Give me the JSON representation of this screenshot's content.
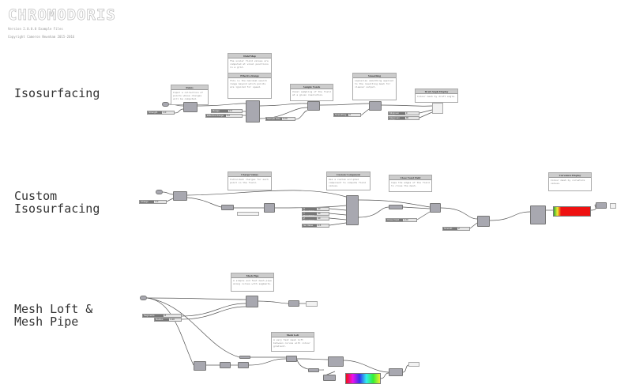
{
  "header": {
    "logo": "CHROMODORIS",
    "version": "Version 2.0.0.0 Example Files",
    "copyright": "Copyright Cameron Newnham 2015-2016"
  },
  "sections": [
    {
      "title": "Isosurfacing"
    },
    {
      "title": "Custom\nIsosurfacing"
    },
    {
      "title": "Mesh Loft &\nMesh Pipe"
    }
  ],
  "notes": [
    {
      "title": "Points",
      "body": "Input a collection of points whose charges will be computed."
    },
    {
      "title": "Field Map",
      "body": "The scalar field values are computed at voxel positions in a grid."
    },
    {
      "title": "Effective Range",
      "body": "This is the maximum search range beyond which points are ignored for speed."
    },
    {
      "title": "Sample Voxels",
      "body": "Voxel sampling of the field at a given resolution."
    },
    {
      "title": "Smoothing",
      "body": "Laplacian smoothing applied to the resulting mesh for cleaner output."
    },
    {
      "title": "Draft Angle Display",
      "body": "Colour mesh by draft angle."
    },
    {
      "title": "Charge Values",
      "body": "Individual charges for each point in the field."
    },
    {
      "title": "Custom Component",
      "body": "Use a custom scripted component to compute field values."
    },
    {
      "title": "Close Voxel Field",
      "body": "Caps the edges of the field to close the mesh."
    },
    {
      "title": "Curvature Display",
      "body": "Colour mesh by curvature values."
    },
    {
      "title": "Mesh Pipe",
      "body": "A simple and fast mesh pipe along curves with segments."
    },
    {
      "title": "Mesh Loft",
      "body": "A very fast mesh loft between curves with colour gradient."
    }
  ],
  "sliders": [
    {
      "name": "Strength",
      "value": "1.0"
    },
    {
      "name": "Range",
      "value": "2.0"
    },
    {
      "name": "Effective Range",
      "value": "5.0"
    },
    {
      "name": "Sample Size",
      "value": "0.20"
    },
    {
      "name": "Smoothing",
      "value": "3"
    },
    {
      "name": "Minimum Angle",
      "value": "0"
    },
    {
      "name": "Maximum Angle",
      "value": "90"
    },
    {
      "name": "Charge",
      "value": "1.0"
    },
    {
      "name": "X Resolution",
      "value": "40"
    },
    {
      "name": "Y Resolution",
      "value": "40"
    },
    {
      "name": "Z Resolution",
      "value": "40"
    },
    {
      "name": "Iso Value",
      "value": "0.5"
    },
    {
      "name": "Close Field",
      "value": "0.20"
    },
    {
      "name": "Smooth",
      "value": "2"
    },
    {
      "name": "Segments",
      "value": "8"
    },
    {
      "name": "Radius",
      "value": "0.20"
    }
  ],
  "colors": {
    "canvas": "#ffffff",
    "component": "#a8a8b0",
    "wire": "#555555",
    "gradient_red": "#ee1111"
  }
}
